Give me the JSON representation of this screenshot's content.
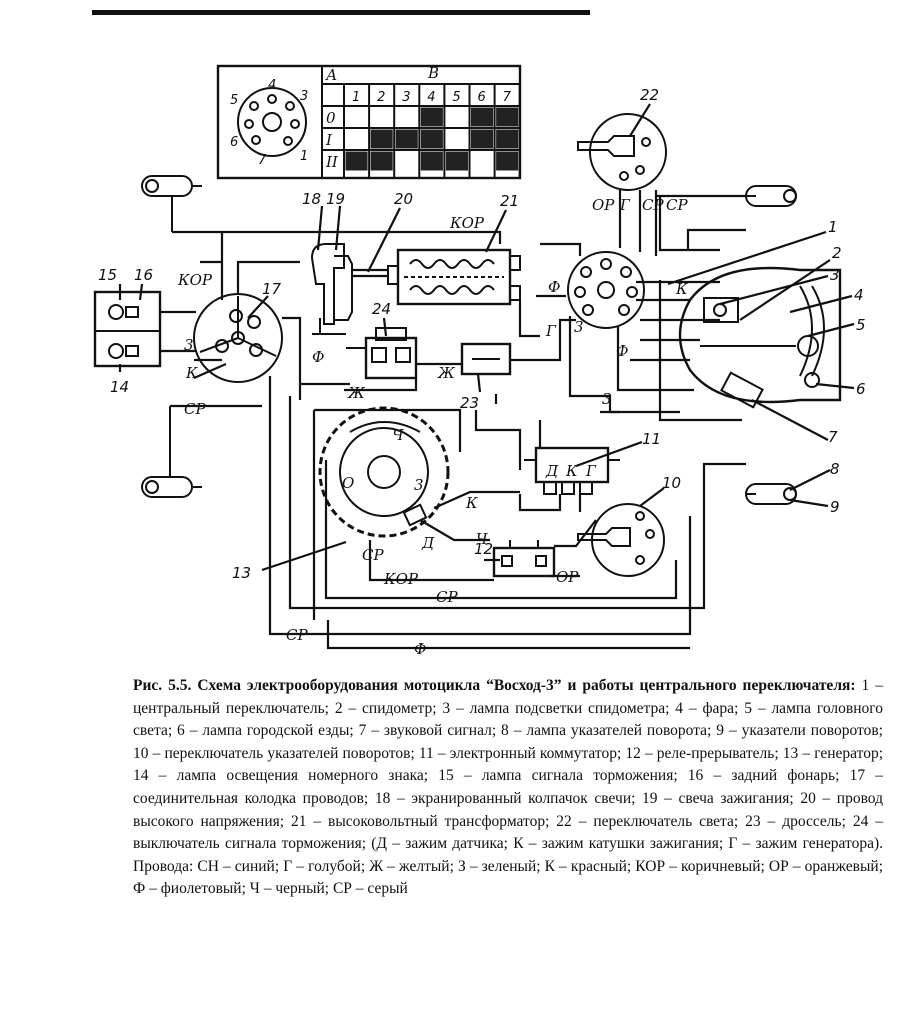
{
  "caption": {
    "title": "Рис. 5.5. Схема электрооборудования мотоцикла “Восход-3” и работы центрального переключателя:",
    "body": "1 – центральный переключатель; 2 – спидометр; 3 – лампа подсветки спидометра; 4 – фара; 5 – лампа головного света; 6 – лампа городской езды; 7 – звуковой сигнал; 8 – лампа указателей поворота; 9 – указатели поворотов; 10 – переключатель указателей поворотов; 11 – электронный коммутатор; 12 – реле-прерыватель; 13 – генератор; 14 – лампа освещения номерного знака; 15 – лампа сигнала торможения; 16 – задний фонарь; 17 – соединительная колодка проводов; 18 – экранированный колпачок свечи; 19 – свеча зажигания; 20 – провод высокого напряжения; 21 – высоковольтный трансформатор; 22 – переключатель света; 23 – дроссель; 24 – выключатель сигнала торможения; (Д – зажим датчика; К – зажим катушки зажигания; Г – зажим генератора). Провода: СН – синий; Г – голубой; Ж – желтый; З – зеленый; К – красный; КОР – коричневый; ОР – оранжевый; Ф – фиолетовый; Ч – черный; СР – серый"
  },
  "switch_table": {
    "corner_label": "А",
    "column_group_label": "В",
    "columns": [
      "1",
      "2",
      "3",
      "4",
      "5",
      "6",
      "7"
    ],
    "rows": [
      {
        "label": "0",
        "filled": [
          false,
          false,
          false,
          true,
          false,
          true,
          true
        ]
      },
      {
        "label": "I",
        "filled": [
          false,
          true,
          true,
          true,
          false,
          true,
          true
        ]
      },
      {
        "label": "II",
        "filled": [
          true,
          true,
          false,
          true,
          true,
          false,
          true
        ]
      }
    ],
    "dial_numbers": [
      "4",
      "3",
      "5",
      "6",
      "7",
      "1"
    ]
  },
  "component_numbers": [
    "1",
    "2",
    "3",
    "4",
    "5",
    "6",
    "7",
    "8",
    "9",
    "10",
    "11",
    "12",
    "13",
    "14",
    "15",
    "16",
    "17",
    "18",
    "19",
    "20",
    "21",
    "22",
    "23",
    "24"
  ],
  "wire_labels": {
    "kor": "КОР",
    "sr": "СР",
    "or": "ОР",
    "g": "Г",
    "f": "Ф",
    "k": "К",
    "z": "3",
    "zh": "Ж",
    "ch": "Ч",
    "d": "Д",
    "o": "О"
  },
  "commutator_terminals": [
    "Д",
    "К",
    "Г"
  ]
}
